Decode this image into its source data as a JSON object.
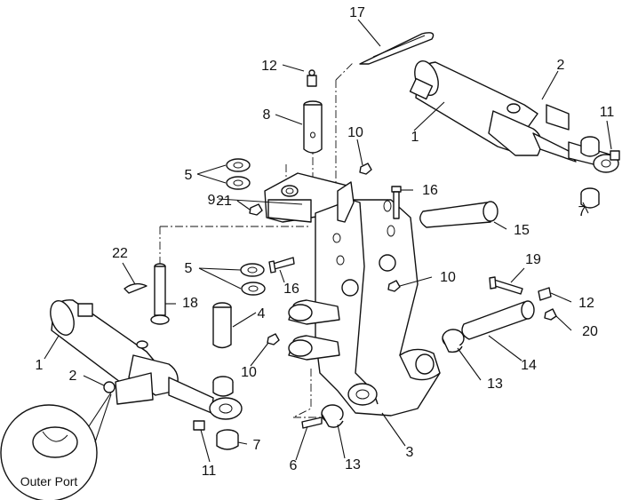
{
  "diagram": {
    "inset_label": "Outer Port",
    "callouts": [
      {
        "id": "c17",
        "label": "17"
      },
      {
        "id": "c12a",
        "label": "12"
      },
      {
        "id": "c2a",
        "label": "2"
      },
      {
        "id": "c8",
        "label": "8"
      },
      {
        "id": "c11a",
        "label": "11"
      },
      {
        "id": "c1a",
        "label": "1"
      },
      {
        "id": "c10a",
        "label": "10"
      },
      {
        "id": "c5a",
        "label": "5"
      },
      {
        "id": "c16a",
        "label": "16"
      },
      {
        "id": "c9",
        "label": "9"
      },
      {
        "id": "c21",
        "label": "21"
      },
      {
        "id": "c15",
        "label": "15"
      },
      {
        "id": "c7a",
        "label": "7"
      },
      {
        "id": "c22",
        "label": "22"
      },
      {
        "id": "c5b",
        "label": "5"
      },
      {
        "id": "c19",
        "label": "19"
      },
      {
        "id": "c16b",
        "label": "16"
      },
      {
        "id": "c10b",
        "label": "10"
      },
      {
        "id": "c18",
        "label": "18"
      },
      {
        "id": "c12b",
        "label": "12"
      },
      {
        "id": "c4",
        "label": "4"
      },
      {
        "id": "c20",
        "label": "20"
      },
      {
        "id": "c1b",
        "label": "1"
      },
      {
        "id": "c14",
        "label": "14"
      },
      {
        "id": "c10c",
        "label": "10"
      },
      {
        "id": "c2b",
        "label": "2"
      },
      {
        "id": "c13a",
        "label": "13"
      },
      {
        "id": "c7b",
        "label": "7"
      },
      {
        "id": "c11b",
        "label": "11"
      },
      {
        "id": "c6",
        "label": "6"
      },
      {
        "id": "c13b",
        "label": "13"
      },
      {
        "id": "c3",
        "label": "3"
      }
    ]
  }
}
